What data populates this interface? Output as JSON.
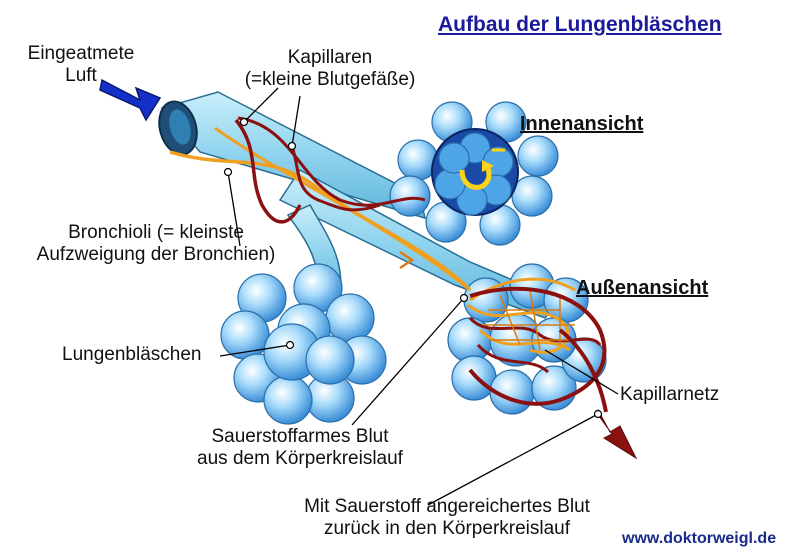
{
  "title": "Aufbau der Lungenbläschen",
  "views": {
    "inner": "Innenansicht",
    "outer": "Außenansicht"
  },
  "labels": {
    "air": [
      "Eingeatmete",
      "Luft"
    ],
    "capillaries": [
      "Kapillaren",
      "(=kleine Blutgefäße)"
    ],
    "bronchioles": [
      "Bronchioli (= kleinste",
      "Aufzweigung der Bronchien)"
    ],
    "alveoli": "Lungenbläschen",
    "capillary_net": "Kapillarnetz",
    "deoxygenated": [
      "Sauerstoffarmes Blut",
      "aus dem Körperkreislauf"
    ],
    "oxygenated": [
      "Mit Sauerstoff angereichertes Blut",
      "zurück in den Körperkreislauf"
    ]
  },
  "website": "www.doktorweigl.de",
  "colors": {
    "title": "#1a1a9a",
    "tube": "#8fd3ee",
    "alveolus": "#7cc0f0",
    "vessel_red": "#8b1010",
    "vessel_orange": "#f0a020",
    "arrow_blue": "#1530c8"
  }
}
